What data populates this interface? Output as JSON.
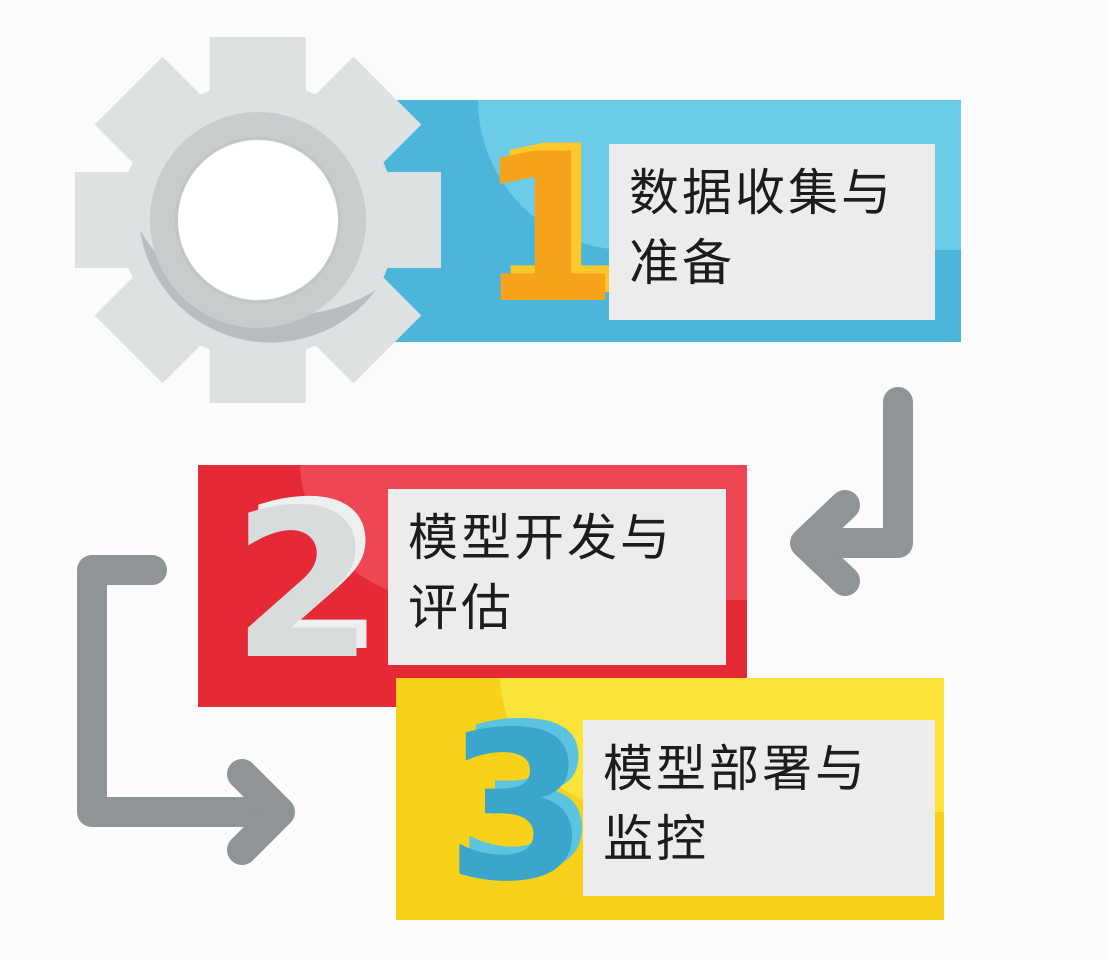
{
  "steps": [
    {
      "number": "1",
      "label": "数据收集与\n准备",
      "color": "#4cb5da",
      "number_color": "#f7a21b"
    },
    {
      "number": "2",
      "label": "模型开发与\n评估",
      "color": "#e52a35",
      "number_color": "#d9dcdd"
    },
    {
      "number": "3",
      "label": "模型部署与\n监控",
      "color": "#f8d21a",
      "number_color": "#3aa6cb"
    }
  ],
  "icons": {
    "gear": "gear-icon",
    "arrow_1_to_2": "arrow-down-left-icon",
    "arrow_2_to_3": "arrow-right-icon"
  },
  "colors": {
    "gear": "#dde1e2",
    "gear_ring": "#c8cccd",
    "arrow": "#8f9496",
    "label_bg": "#ececec"
  }
}
